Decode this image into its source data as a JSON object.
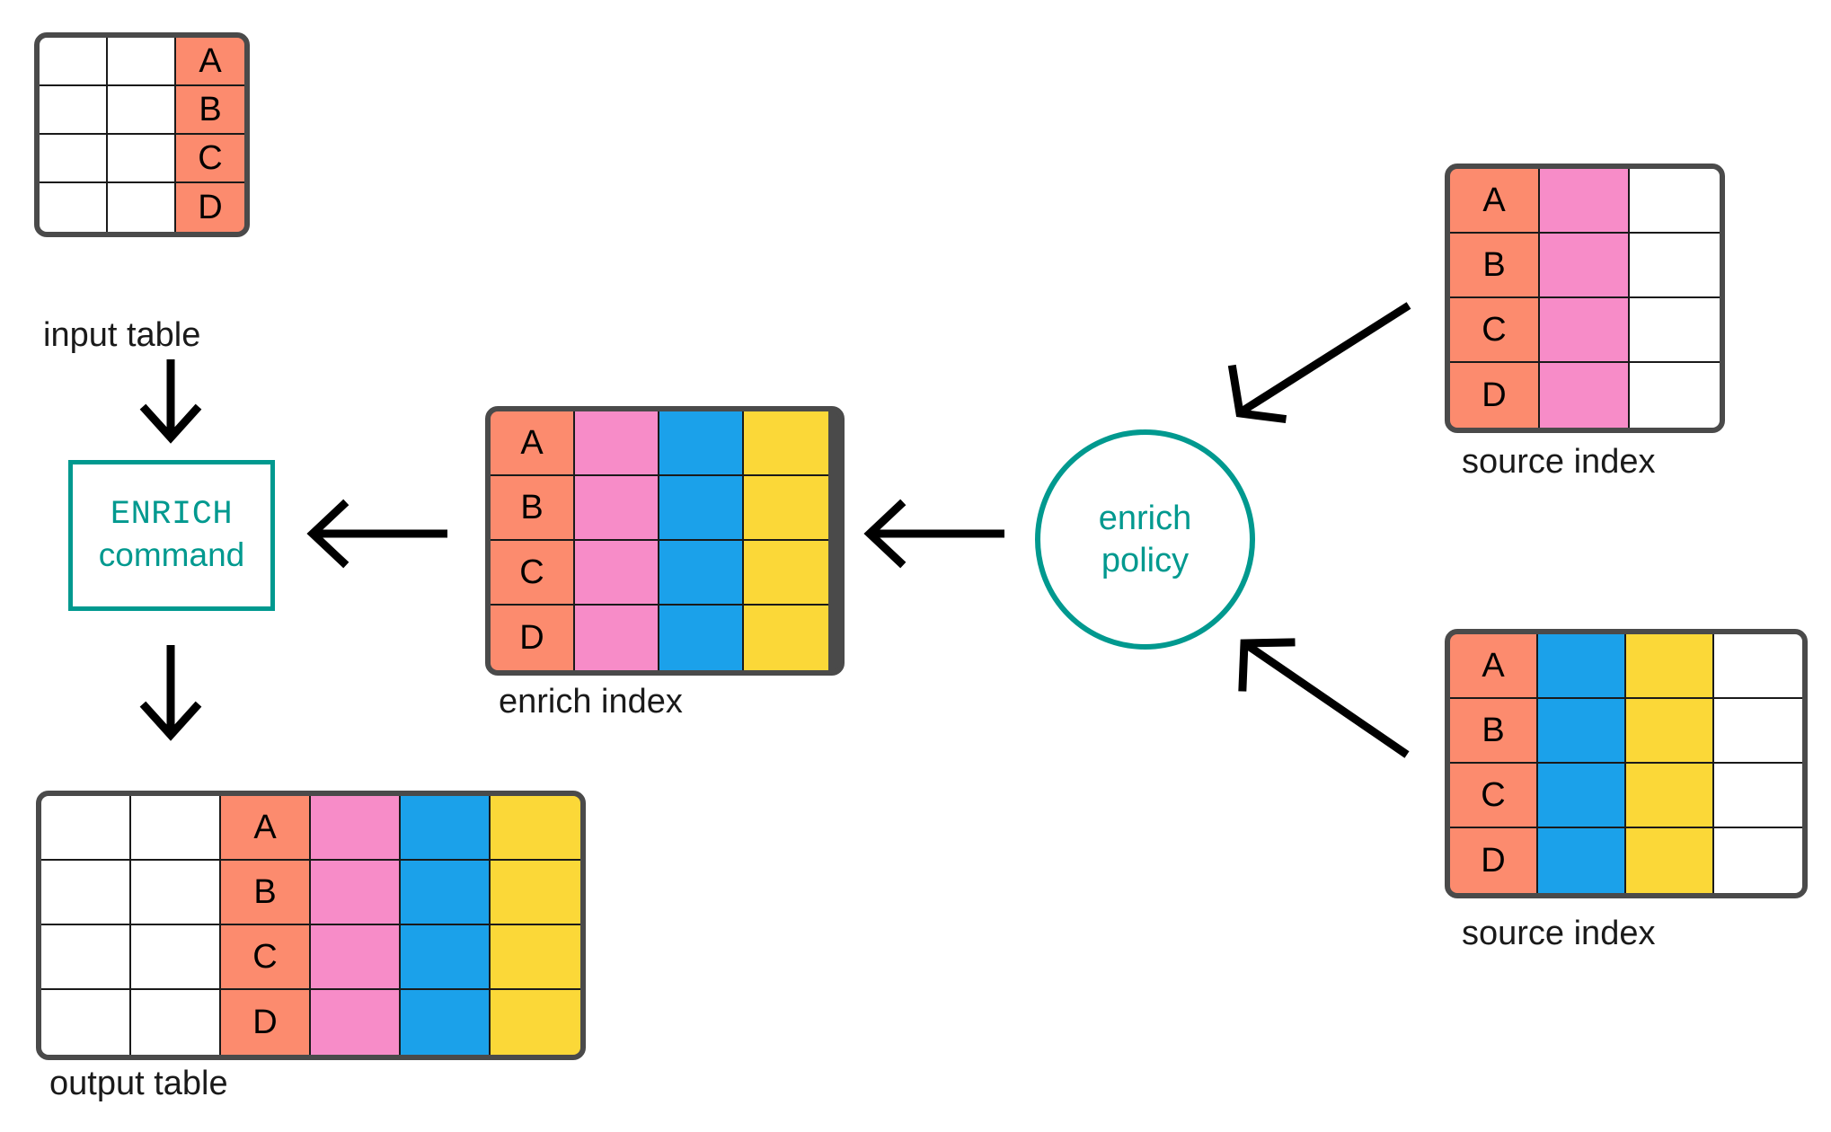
{
  "diagram": {
    "title": "ENRICH command and enrich policy data flow",
    "colors": {
      "salmon": "#FC8B6E",
      "pink": "#F78CC8",
      "blue": "#1BA1EA",
      "yellow": "#FBD838",
      "white": "#FFFFFF",
      "teal": "#00998F",
      "table_border": "#4A4A4A",
      "cell_border": "#1A1A1A",
      "arrow": "#000000"
    },
    "row_keys": [
      "A",
      "B",
      "C",
      "D"
    ],
    "nodes": {
      "input_table": {
        "caption": "input table",
        "columns": [
          "white",
          "white",
          "salmon"
        ],
        "key_column_index": 2,
        "cells": [
          [
            "",
            "",
            "A"
          ],
          [
            "",
            "",
            "B"
          ],
          [
            "",
            "",
            "C"
          ],
          [
            "",
            "",
            "D"
          ]
        ]
      },
      "enrich_command": {
        "line1": "ENRICH",
        "line2": "command"
      },
      "enrich_index": {
        "caption": "enrich index",
        "columns": [
          "salmon",
          "pink",
          "blue",
          "yellow"
        ],
        "key_column_index": 0,
        "cells": [
          [
            "A",
            "",
            "",
            ""
          ],
          [
            "B",
            "",
            "",
            ""
          ],
          [
            "C",
            "",
            "",
            ""
          ],
          [
            "D",
            "",
            "",
            ""
          ]
        ]
      },
      "enrich_policy": {
        "line1": "enrich",
        "line2": "policy"
      },
      "source_index_top": {
        "caption": "source index",
        "columns": [
          "salmon",
          "pink",
          "white"
        ],
        "key_column_index": 0,
        "cells": [
          [
            "A",
            "",
            ""
          ],
          [
            "B",
            "",
            ""
          ],
          [
            "C",
            "",
            ""
          ],
          [
            "D",
            "",
            ""
          ]
        ]
      },
      "source_index_bottom": {
        "caption": "source index",
        "columns": [
          "salmon",
          "blue",
          "yellow",
          "white"
        ],
        "key_column_index": 0,
        "cells": [
          [
            "A",
            "",
            "",
            ""
          ],
          [
            "B",
            "",
            "",
            ""
          ],
          [
            "C",
            "",
            "",
            ""
          ],
          [
            "D",
            "",
            "",
            ""
          ]
        ]
      },
      "output_table": {
        "caption": "output table",
        "columns": [
          "white",
          "white",
          "salmon",
          "pink",
          "blue",
          "yellow"
        ],
        "key_column_index": 2,
        "cells": [
          [
            "",
            "",
            "A",
            "",
            "",
            ""
          ],
          [
            "",
            "",
            "B",
            "",
            "",
            ""
          ],
          [
            "",
            "",
            "C",
            "",
            "",
            ""
          ],
          [
            "",
            "",
            "D",
            "",
            "",
            ""
          ]
        ]
      }
    },
    "arrows": [
      {
        "name": "input-to-command",
        "direction": "down"
      },
      {
        "name": "command-to-output",
        "direction": "down"
      },
      {
        "name": "enrich-index-to-command",
        "direction": "left"
      },
      {
        "name": "policy-to-enrich-index",
        "direction": "left"
      },
      {
        "name": "source-index-top-to-policy",
        "direction": "down-left"
      },
      {
        "name": "source-index-bottom-to-policy",
        "direction": "up-left"
      }
    ]
  }
}
